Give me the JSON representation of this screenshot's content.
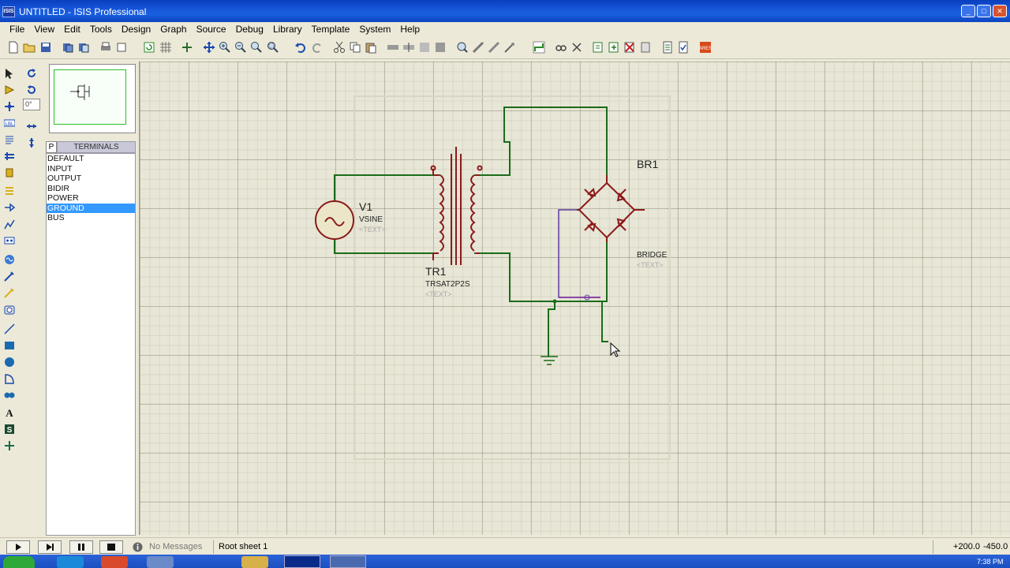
{
  "window": {
    "title": "UNTITLED - ISIS Professional",
    "app_icon": "ISIS"
  },
  "menu": [
    "File",
    "View",
    "Edit",
    "Tools",
    "Design",
    "Graph",
    "Source",
    "Debug",
    "Library",
    "Template",
    "System",
    "Help"
  ],
  "terminals": {
    "mode_button": "P",
    "header": "TERMINALS",
    "items": [
      "DEFAULT",
      "INPUT",
      "OUTPUT",
      "BIDIR",
      "POWER",
      "GROUND",
      "BUS"
    ],
    "selected": "GROUND"
  },
  "rotation": {
    "angle": "0°"
  },
  "schematic": {
    "source": {
      "ref": "V1",
      "type": "VSINE",
      "text": "<TEXT>"
    },
    "transformer": {
      "ref": "TR1",
      "type": "TRSAT2P2S",
      "text": "<TEXT>"
    },
    "bridge": {
      "ref": "BR1",
      "type": "BRIDGE",
      "text": "<TEXT>"
    },
    "colors": {
      "wire": "#1a6b1a",
      "component": "#8b1a1a",
      "selected_wire": "#7a3aa0"
    }
  },
  "status": {
    "messages": "No Messages",
    "sheet": "Root sheet 1",
    "coord_x": "+200.0",
    "coord_y": "-450.0"
  },
  "taskbar": {
    "clock": "7:38 PM"
  }
}
